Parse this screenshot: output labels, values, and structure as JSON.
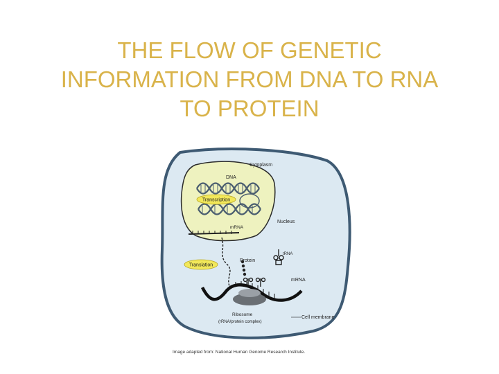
{
  "slide": {
    "title_lines": [
      "THE FLOW OF GENETIC",
      "INFORMATION FROM DNA TO RNA",
      "TO PROTEIN"
    ],
    "title_color": "#d9b34a"
  },
  "diagram": {
    "labels": {
      "cytoplasm": "Cytoplasm",
      "dna": "DNA",
      "transcription": "Transcription",
      "mrna_nucleus": "mRNA",
      "nucleus": "Nucleus",
      "protein": "Protein",
      "trna": "tRNA",
      "translation": "Translation",
      "mrna_cytoplasm": "mRNA",
      "ribosome": "Ribosome",
      "ribosome_detail": "(rRNA/protein complex)",
      "cell_membrane": "Cell membrane"
    },
    "colors": {
      "cytoplasm_fill": "#dce9f2",
      "membrane": "#3e5a73",
      "nucleus_fill": "#eef2bf",
      "highlight": "#f2e85a",
      "dna_strand": "#4b5e70"
    }
  },
  "caption": "Image adapted from: National Human Genome Research Institute."
}
